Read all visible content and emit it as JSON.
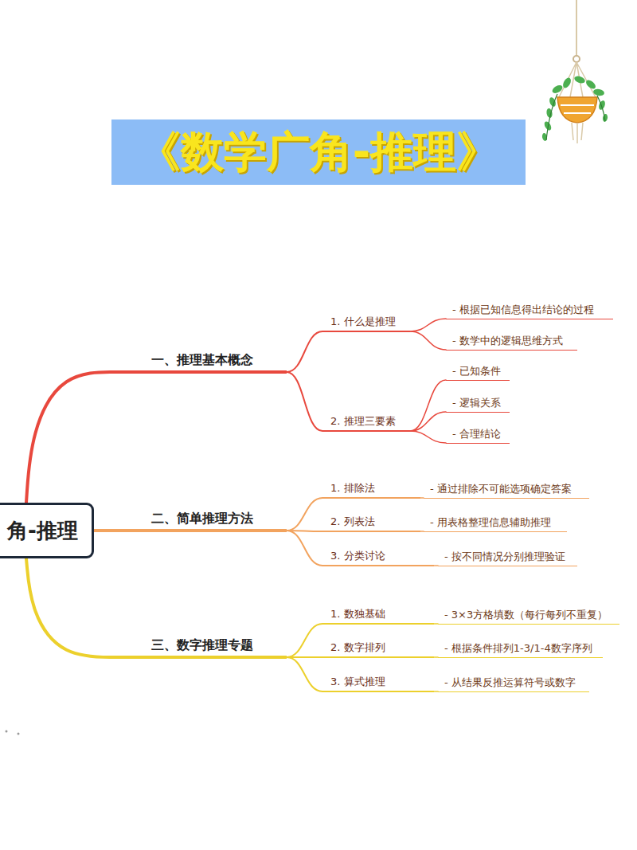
{
  "diagram": {
    "title": "《数学广角-推理》",
    "nodes": [
      {
        "text": [
          "角-推理"
        ]
      },
      {
        "text": [
          "一、推理基本概念"
        ]
      },
      {
        "text": [
          "1. 什么是推理"
        ]
      },
      {
        "text": [
          "- 根据已知信息得出结论的过程"
        ]
      },
      {
        "text": [
          "- 数学中的逻辑思维方式"
        ]
      },
      {
        "text": [
          "2. 推理三要素"
        ]
      },
      {
        "text": [
          "- 已知条件"
        ]
      },
      {
        "text": [
          "- 逻辑关系"
        ]
      },
      {
        "text": [
          "- 合理结论"
        ]
      },
      {
        "text": [
          "二、简单推理方法"
        ]
      },
      {
        "text": [
          "1. 排除法"
        ]
      },
      {
        "text": [
          "- 通过排除不可能选项确定答案"
        ]
      },
      {
        "text": [
          "2. 列表法"
        ]
      },
      {
        "text": [
          "- 用表格整理信息辅助推理"
        ]
      },
      {
        "text": [
          "3. 分类讨论"
        ]
      },
      {
        "text": [
          "- 按不同情况分别推理验证"
        ]
      },
      {
        "text": [
          "三、数字推理专题"
        ]
      },
      {
        "text": [
          "1. 数独基础"
        ]
      },
      {
        "text": [
          "- 3×3方格填数（每行每列不重复）"
        ]
      },
      {
        "text": [
          "2. 数字排列"
        ]
      },
      {
        "text": [
          "- 根据条件排列1-3/1-4数字序列"
        ]
      },
      {
        "text": [
          "3. 算式推理"
        ]
      },
      {
        "text": [
          "- 从结果反推运算符号或数字"
        ]
      }
    ],
    "edges": [
      {
        "from": 0,
        "to": 1,
        "arrow": "none"
      },
      {
        "from": 1,
        "to": 2,
        "arrow": "none"
      },
      {
        "from": 2,
        "to": 3,
        "arrow": "none"
      },
      {
        "from": 2,
        "to": 4,
        "arrow": "none"
      },
      {
        "from": 1,
        "to": 5,
        "arrow": "none"
      },
      {
        "from": 5,
        "to": 6,
        "arrow": "none"
      },
      {
        "from": 5,
        "to": 7,
        "arrow": "none"
      },
      {
        "from": 5,
        "to": 8,
        "arrow": "none"
      },
      {
        "from": 0,
        "to": 9,
        "arrow": "none"
      },
      {
        "from": 9,
        "to": 10,
        "arrow": "none"
      },
      {
        "from": 10,
        "to": 11,
        "arrow": "none"
      },
      {
        "from": 9,
        "to": 12,
        "arrow": "none"
      },
      {
        "from": 12,
        "to": 13,
        "arrow": "none"
      },
      {
        "from": 9,
        "to": 14,
        "arrow": "none"
      },
      {
        "from": 14,
        "to": 15,
        "arrow": "none"
      },
      {
        "from": 0,
        "to": 16,
        "arrow": "none"
      },
      {
        "from": 16,
        "to": 17,
        "arrow": "none"
      },
      {
        "from": 17,
        "to": 18,
        "arrow": "none"
      },
      {
        "from": 16,
        "to": 19,
        "arrow": "none"
      },
      {
        "from": 19,
        "to": 20,
        "arrow": "none"
      },
      {
        "from": 16,
        "to": 21,
        "arrow": "none"
      },
      {
        "from": 21,
        "to": 22,
        "arrow": "none"
      }
    ]
  }
}
